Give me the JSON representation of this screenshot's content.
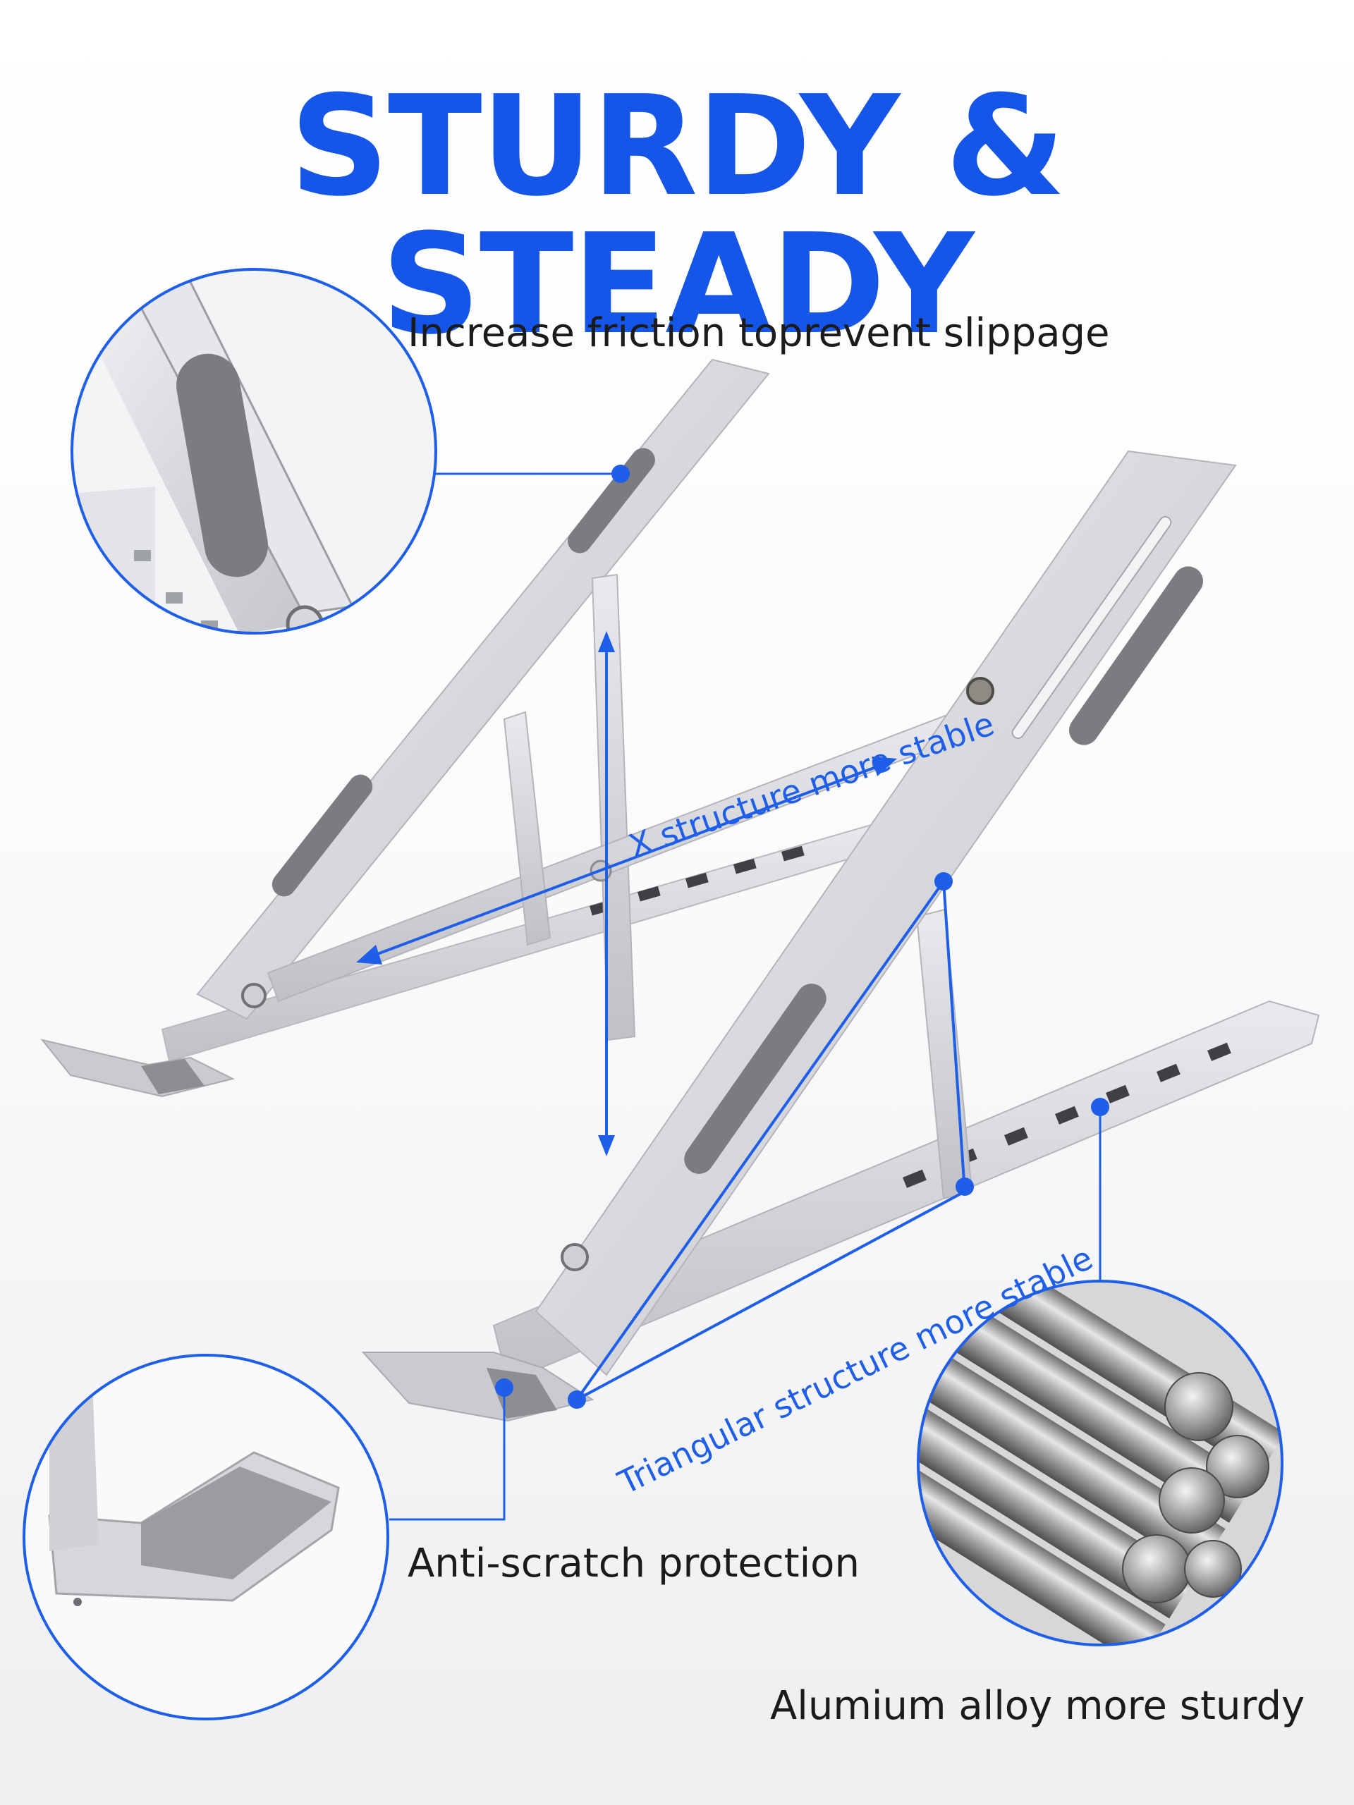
{
  "headline": "STURDY & STEADY",
  "callouts": {
    "friction": "Increase friction toprevent slippage",
    "x_structure": "X structure more stable",
    "triangular": "Triangular structure more stable",
    "anti_scratch": "Anti-scratch protection",
    "alloy": "Alumium alloy more sturdy"
  },
  "colors": {
    "accent_blue": "#1556e8",
    "callout_line": "#1e5ee8",
    "aluminum": "#d9dbdf",
    "silicone_pad": "#7a7c80"
  },
  "icons": {
    "zoom_circles": [
      "friction-detail-circle",
      "anti-scratch-detail-circle",
      "alloy-rods-detail-circle"
    ],
    "markers": "callout-dot-icon"
  }
}
